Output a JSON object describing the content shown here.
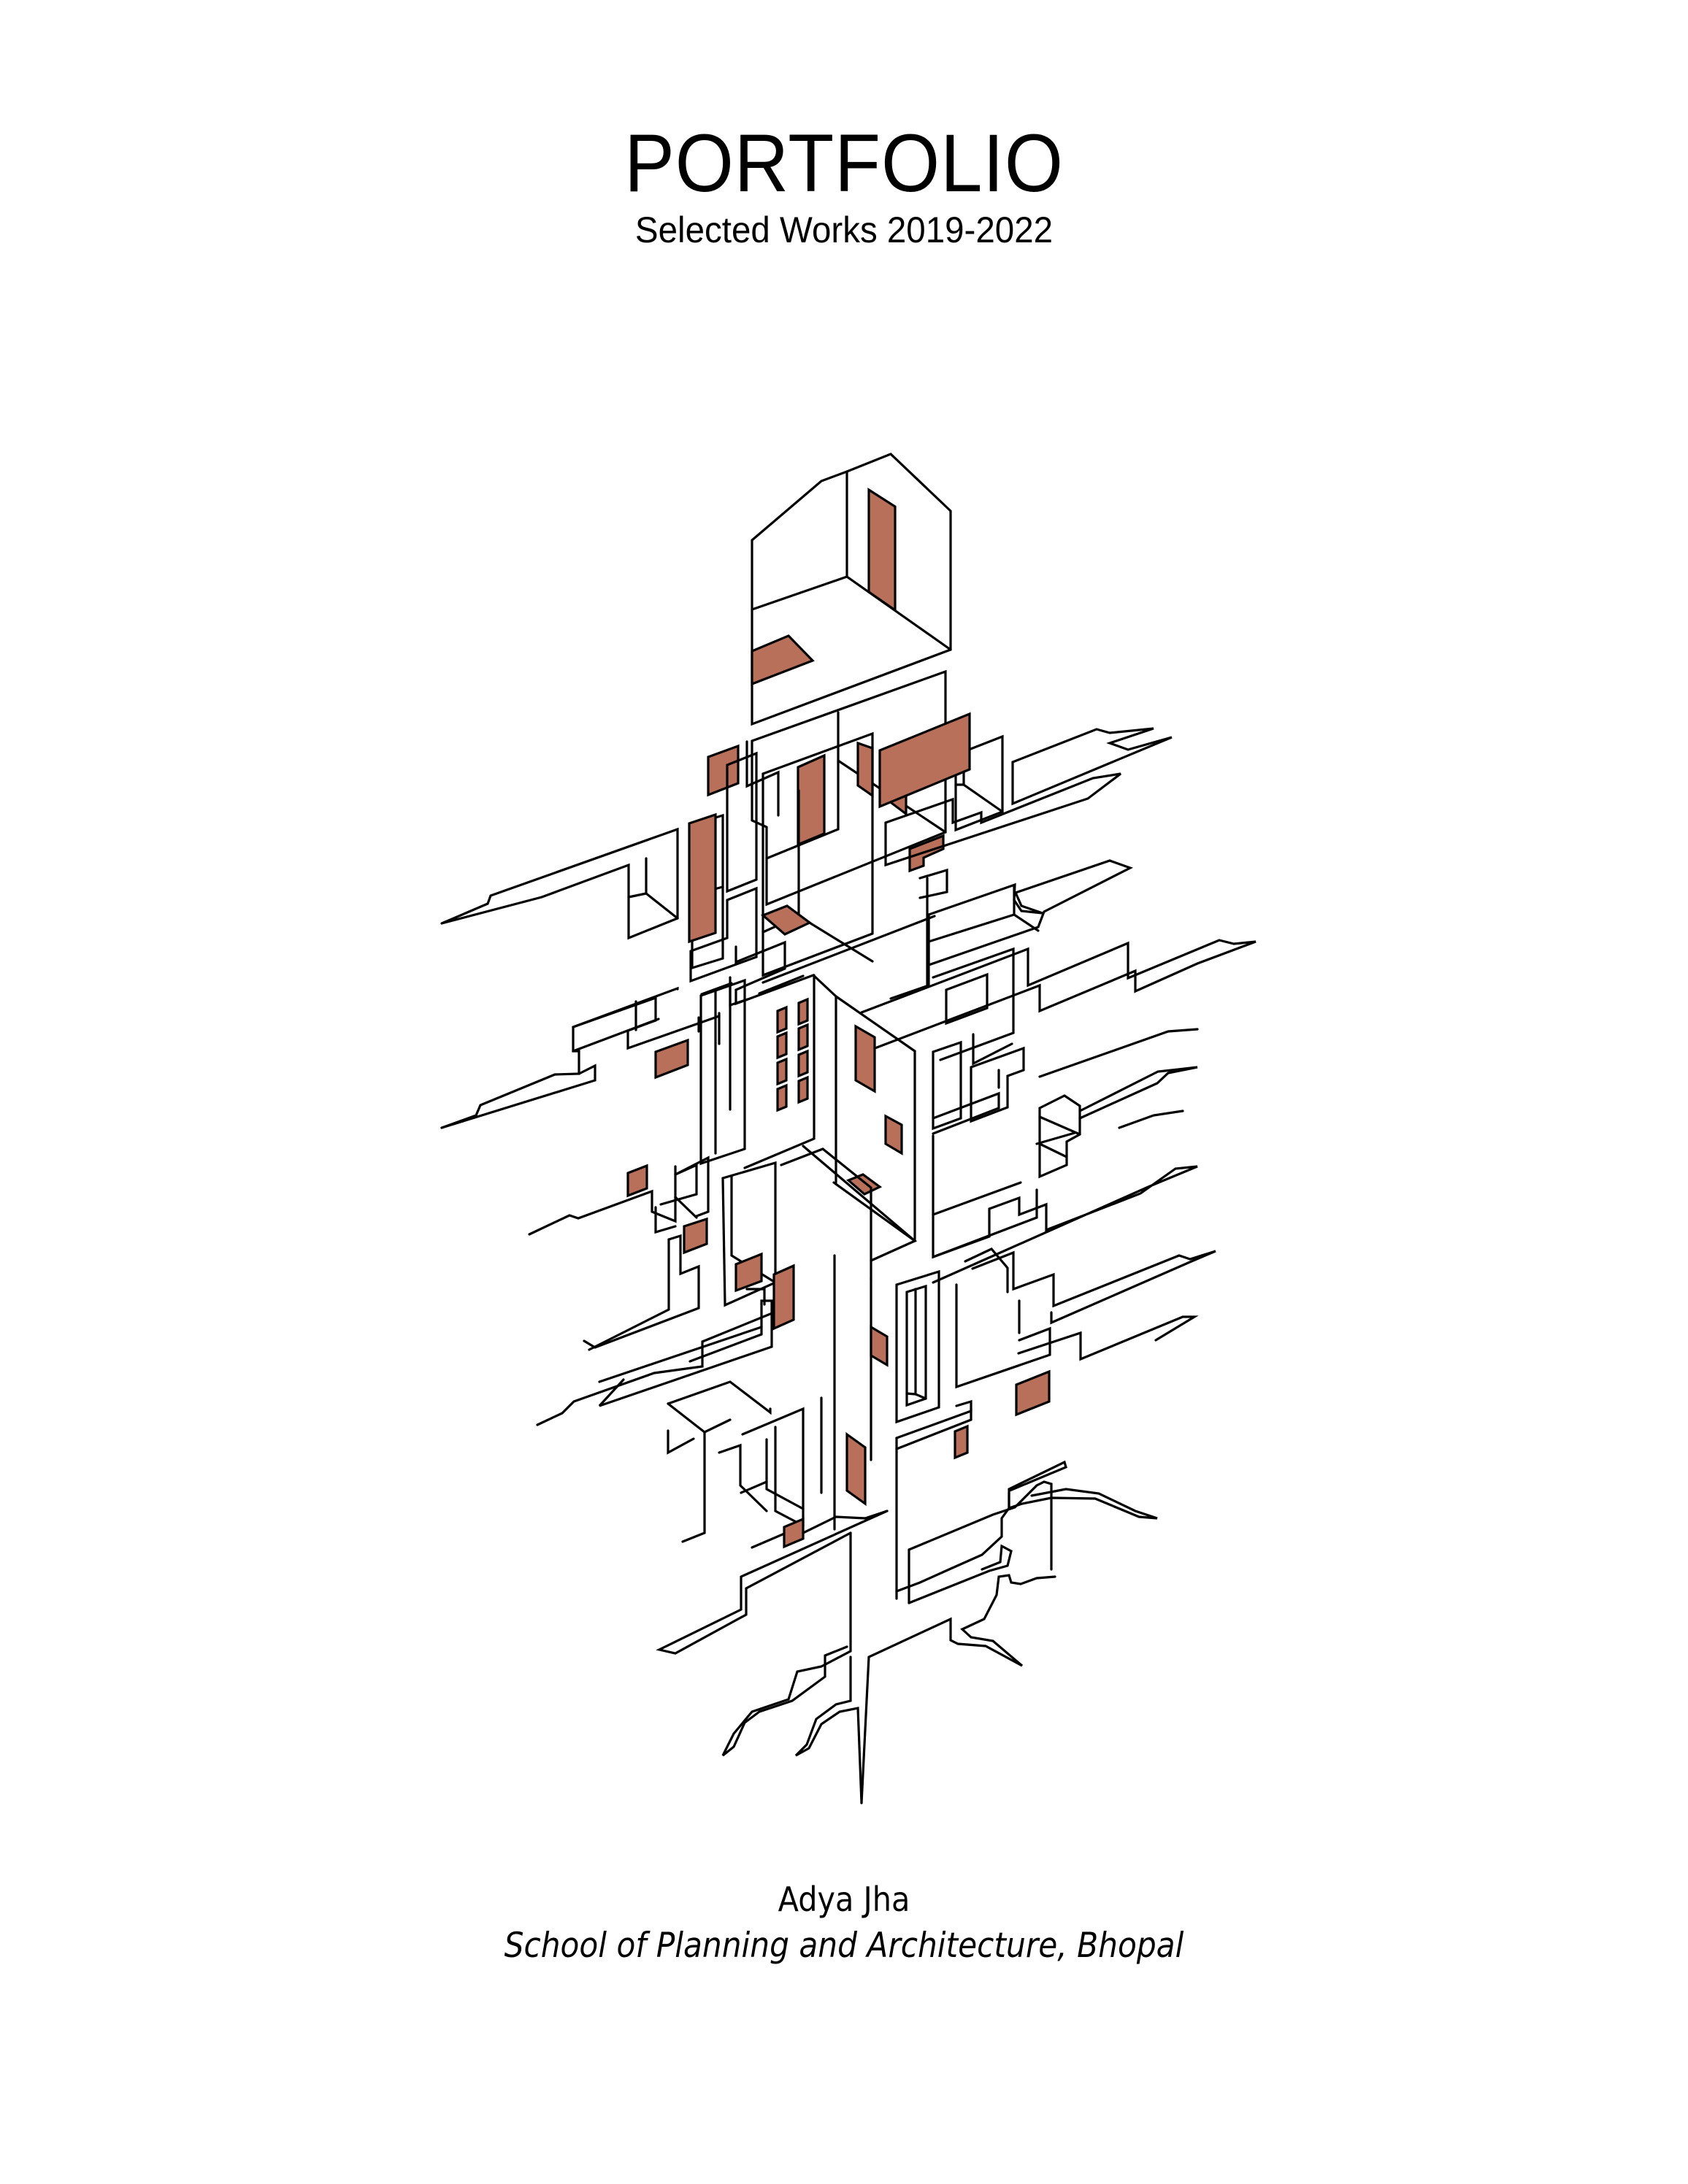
{
  "cover": {
    "title": "PORTFOLIO",
    "subtitle": "Selected Works 2019-2022"
  },
  "illustration": {
    "description": "Isometric exploded line drawing of stacked architectural volumes with branching wings and roots",
    "line_color": "#000000",
    "accent_fill_color": "#B9705B",
    "background_color": "#FFFFFF"
  },
  "credits": {
    "author": "Adya Jha",
    "institution": "School of Planning and Architecture, Bhopal"
  }
}
